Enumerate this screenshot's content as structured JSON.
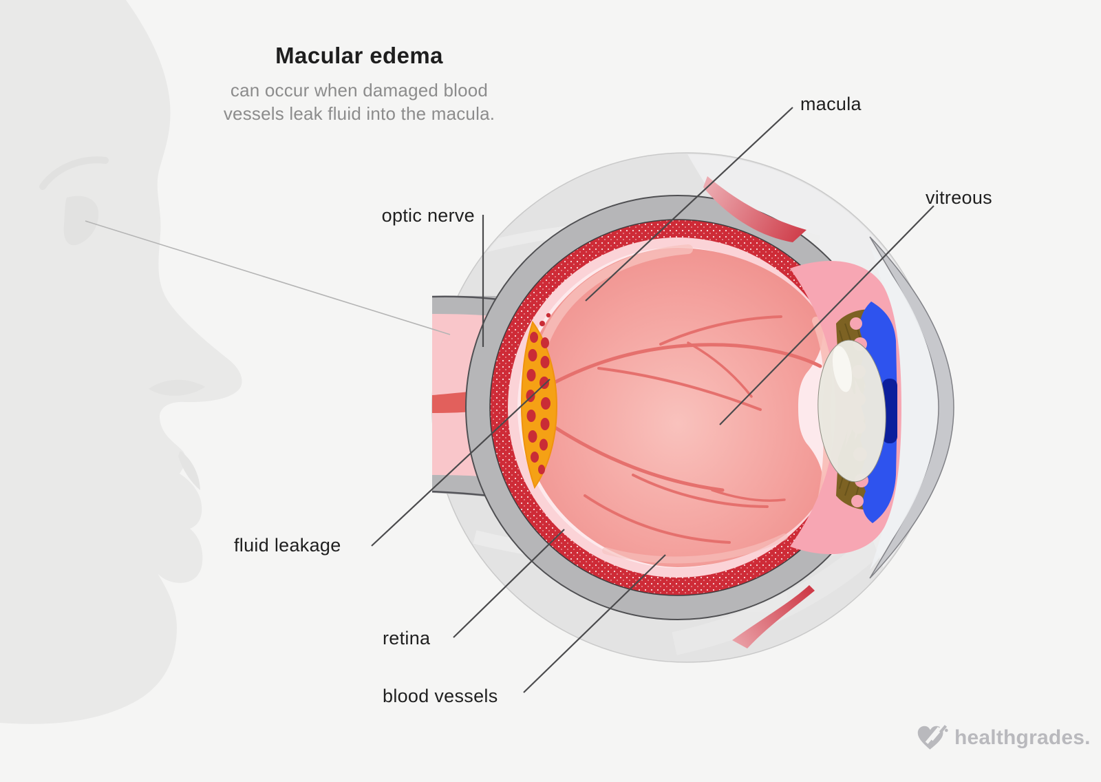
{
  "header": {
    "title": "Macular edema",
    "subtitle_lines": [
      "can occur when damaged blood",
      "vessels leak fluid into the macula."
    ]
  },
  "labels": {
    "macula": "macula",
    "vitreous": "vitreous",
    "optic_nerve": "optic nerve",
    "fluid_leakage": "fluid leakage",
    "retina": "retina",
    "blood_vessels": "blood vessels"
  },
  "branding": {
    "logo_text": "healthgrades."
  },
  "colors": {
    "background": "#F5F5F4",
    "face_silhouette": "#E9E9E8",
    "socket_gray": "#E3E3E3",
    "sclera_gray": "#B6B6B8",
    "choroid_red": "#CE2B37",
    "retina_pink": "#FBD3D7",
    "vitreous_salmon": "#EF8F8B",
    "vessel_pink": "#E5706D",
    "leakage_orange": "#F5A115",
    "leakage_cell_red": "#C92C36",
    "optic_nerve_pink": "#F9C6CA",
    "nerve_core_red": "#E2605C",
    "ciliary_brown": "#7D6223",
    "lens_white": "#EAE8E0",
    "iris_blue": "#2E53EE",
    "pupil_navy": "#0C1F9C",
    "muscle_red": "#CF3A46",
    "leader_line": "#4A4A4C",
    "label_text": "#1F1F1F",
    "subtitle_gray": "#8C8C8C",
    "logo_gray": "#B9B9BD"
  }
}
